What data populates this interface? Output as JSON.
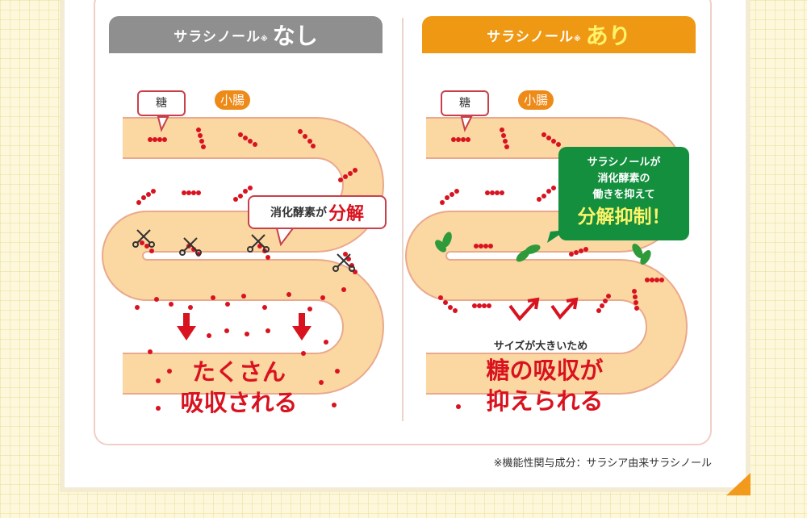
{
  "left": {
    "ingredient": "サラシノール",
    "mark": "※",
    "state": "なし",
    "sugar_label": "糖",
    "intestine_label": "小腸",
    "digest_prefix": "消化酵素が",
    "digest_emph": "分解",
    "result_line1": "たくさん",
    "result_line2": "吸収される"
  },
  "right": {
    "ingredient": "サラシノール",
    "mark": "※",
    "state": "あり",
    "sugar_label": "糖",
    "intestine_label": "小腸",
    "box_line1": "サラシノールが",
    "box_line2": "消化酵素の",
    "box_line3": "働きを抑えて",
    "box_emph": "分解抑制！",
    "size_note": "サイズが大きいため",
    "result_line1": "糖の吸収が",
    "result_line2": "抑えられる"
  },
  "footnote": "※機能性関与成分：サラシア由来サラシノール",
  "colors": {
    "header_without": "#8f8f8f",
    "header_with": "#ee9813",
    "intestine_fill": "#fbd7a2",
    "intestine_edge": "#eaa98d",
    "sugar": "#d9121f",
    "inhibitor_box": "#138f3e",
    "emphasis_yellow": "#fff36a"
  },
  "icons": [
    "scissors-icon",
    "arrow-down-icon",
    "leaf-icon",
    "bounce-arrow-icon"
  ]
}
